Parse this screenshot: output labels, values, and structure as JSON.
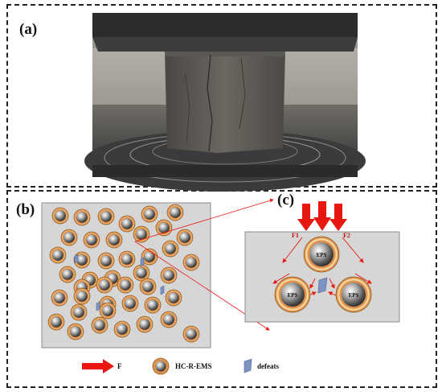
{
  "panels": {
    "a": {
      "label": "(a)"
    },
    "b": {
      "label": "(b)"
    },
    "c": {
      "label": "(c)"
    }
  },
  "diagram_c": {
    "force_labels": [
      "F1",
      "F2"
    ],
    "particle_label": "EPS"
  },
  "legend": {
    "force": "F",
    "particle": "HC-R-EMS",
    "defect": "defeats"
  },
  "colors": {
    "force_arrow": "#e8170f",
    "shell": "#e0914a",
    "panel_bg": "#d6d6d6",
    "defect": "#7d93c4"
  }
}
